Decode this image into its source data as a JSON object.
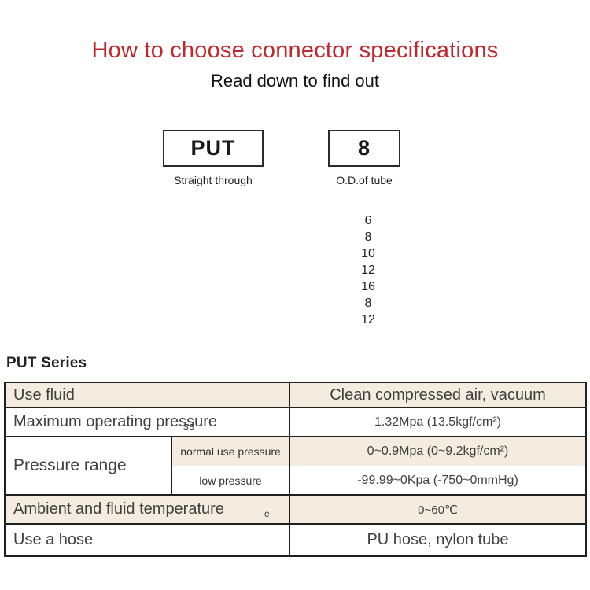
{
  "header": {
    "title": "How to choose connector specifications",
    "subtitle": "Read down to find out"
  },
  "selector": {
    "model_code": "PUT",
    "model_caption": "Straight through",
    "size_code": "8",
    "size_caption": "O.D.of tube",
    "tube_sizes": [
      "6",
      "8",
      "10",
      "12",
      "16",
      "8",
      "12"
    ]
  },
  "series": {
    "heading": "PUT Series"
  },
  "table": {
    "rows": {
      "use_fluid": {
        "label": "Use fluid",
        "value": "Clean compressed air, vacuum"
      },
      "max_pressure": {
        "label": "Maximum operating pressure",
        "value": "1.32Mpa (13.5kgf/cm²)"
      },
      "pressure_range": {
        "label": "Pressure range",
        "normal": {
          "label": "normal use pressure",
          "value": "0~0.9Mpa (0~9.2kgf/cm²)"
        },
        "low": {
          "label": "low pressure",
          "value": "-99.99~0Kpa (-750~0mmHg)"
        }
      },
      "ambient": {
        "label": "Ambient and fluid temperature",
        "value": "0~60℃"
      },
      "hose": {
        "label": "Use a hose",
        "value": "PU hose, nylon tube"
      }
    },
    "artifacts": {
      "ss": "ss",
      "e": "e"
    }
  },
  "colors": {
    "accent_red": "#c1272d",
    "row_stripe": "#f4ecdf",
    "table_border": "#1f1f1f"
  }
}
